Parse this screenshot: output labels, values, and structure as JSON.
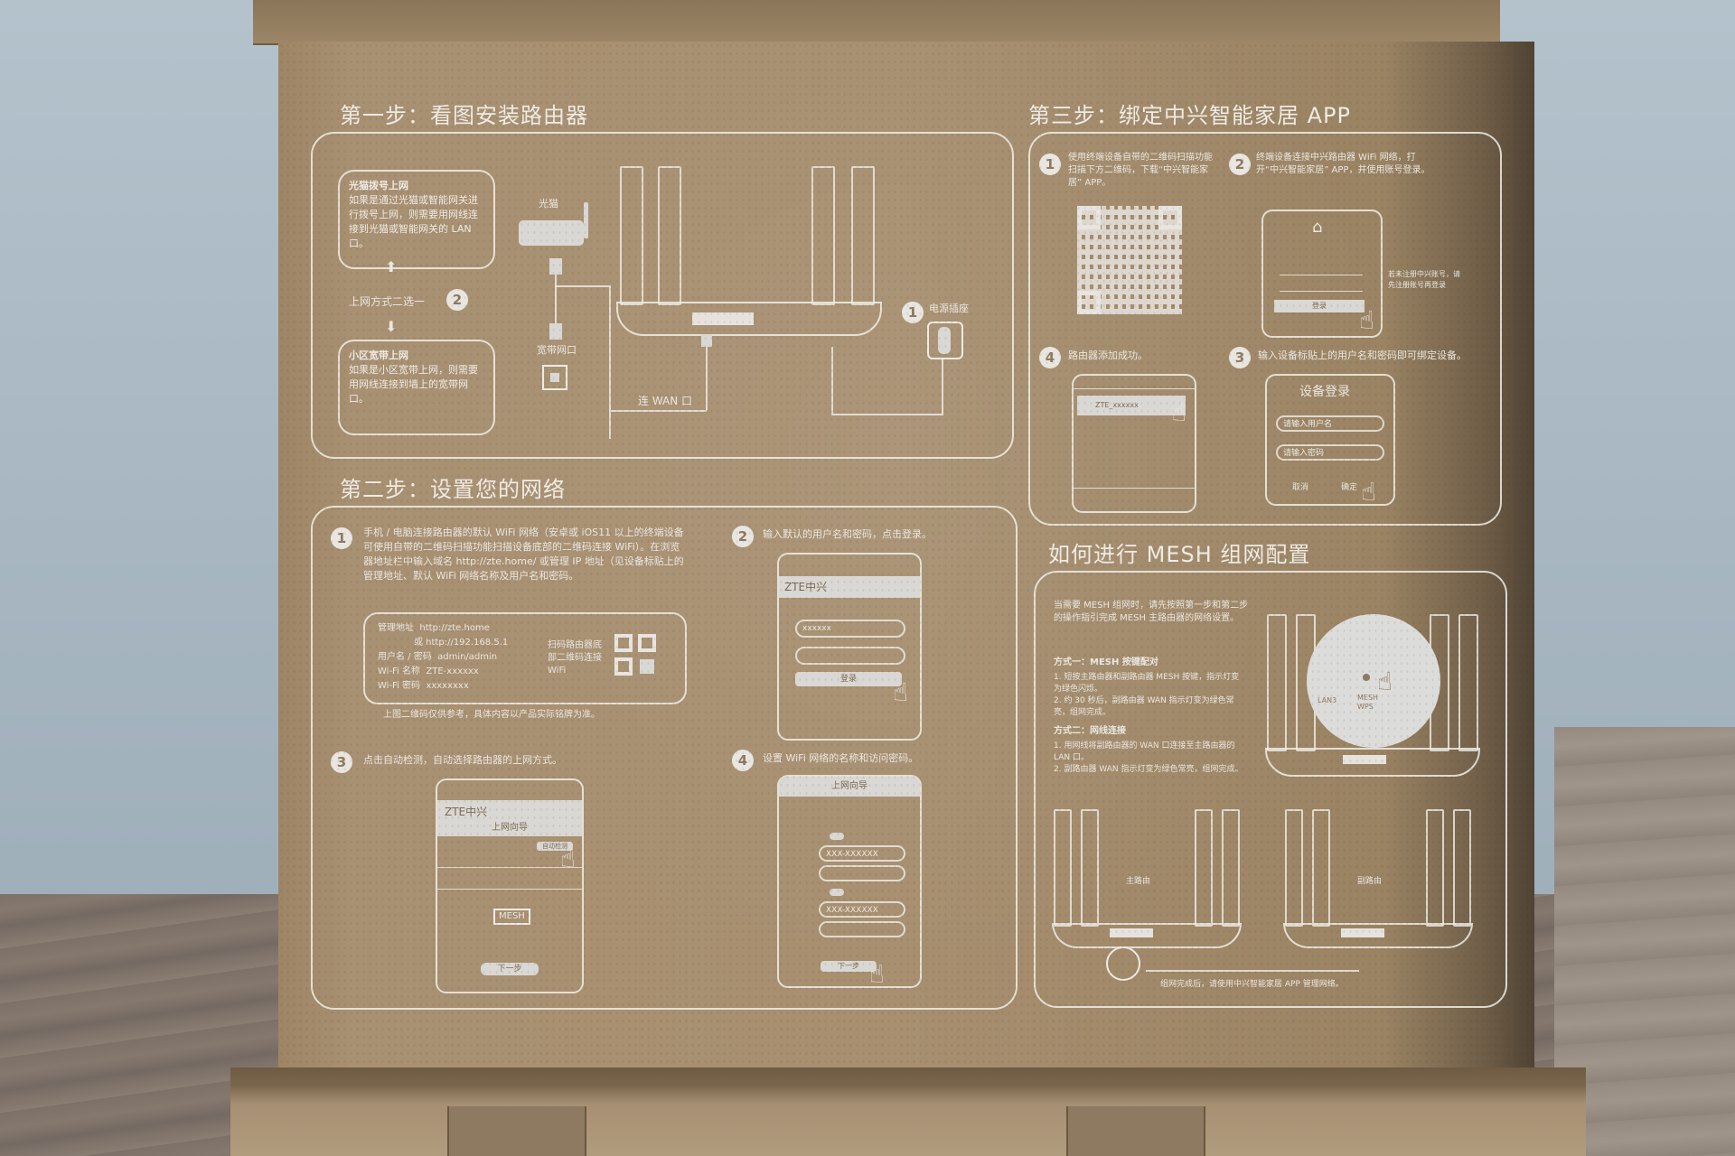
{
  "scene": {
    "description": "Opened ZTE router box lid showing printed setup instructions on kraft cardboard",
    "colors": {
      "wall": "#a9b8c3",
      "cardboard": "#a78f70",
      "print": "#efece6",
      "table": "#7c7068"
    }
  },
  "step1": {
    "title": "第一步：看图安装路由器",
    "bubble_fiber": {
      "heading": "光猫拨号上网",
      "body": "如果是通过光猫或智能网关进行拨号上网，则需要用网线连接到光猫或智能网关的 LAN 口。"
    },
    "choose_label": "上网方式二选一",
    "choose_num": "2",
    "bubble_broadband": {
      "heading": "小区宽带上网",
      "body": "如果是小区宽带上网，则需要用网线连接到墙上的宽带网口。"
    },
    "modem_label": "光猫",
    "wall_port_label": "宽带网口",
    "wan_label": "连 WAN 口",
    "power_num": "1",
    "power_label": "电源插座"
  },
  "step2": {
    "title": "第二步：设置您的网络",
    "item1": {
      "num": "1",
      "text": "手机 / 电脑连接路由器的默认 WiFi 网络（安卓或 iOS11 以上的终端设备可使用自带的二维码扫描功能扫描设备底部的二维码连接 WiFi）。在浏览器地址栏中输入域名 http://zte.home/ 或管理 IP 地址（见设备标贴上的管理地址、默认 WiFi 网络名称及用户名和密码。"
    },
    "label_card": {
      "rows": [
        {
          "k": "管理地址",
          "v": "http://zte.home"
        },
        {
          "k": "",
          "v": "或 http://192.168.5.1"
        },
        {
          "k": "用户名 / 密码",
          "v": "admin/admin"
        },
        {
          "k": "Wi-Fi 名称",
          "v": "ZTE-xxxxxx"
        },
        {
          "k": "Wi-Fi 密码",
          "v": "xxxxxxxx"
        }
      ],
      "qr_hint": "扫码路由器底部二维码连接 WiFi"
    },
    "note": "上图二维码仅供参考，具体内容以产品实际铭牌为准。",
    "item2": {
      "num": "2",
      "text": "输入默认的用户名和密码，点击登录。",
      "brand": "ZTE中兴",
      "user_field": "xxxxxx",
      "login_button": "登录"
    },
    "item3": {
      "num": "3",
      "text": "点击自动检测，自动选择路由器的上网方式。",
      "brand": "ZTE中兴",
      "header": "上网向导",
      "detect_button": "自动检测",
      "next_button": "下一步",
      "mesh_label": "MESH"
    },
    "item4": {
      "num": "4",
      "text": "设置 WiFi 网络的名称和访问密码。",
      "header": "上网向导",
      "ssid_field": "XXX-XXXXXX",
      "ssid5_field": "XXX-XXXXXX",
      "next_button": "下一步"
    }
  },
  "step3": {
    "title": "第三步：绑定中兴智能家居 APP",
    "item1": {
      "num": "1",
      "text": "使用终端设备自带的二维码扫描功能扫描下方二维码，下载“中兴智能家居” APP。"
    },
    "item2": {
      "num": "2",
      "text": "终端设备连接中兴路由器 WiFi 网络，打开“中兴智能家居” APP，并使用账号登录。",
      "login_button": "登录",
      "side_note": "若未注册中兴账号，请先注册账号再登录"
    },
    "item3": {
      "num": "3",
      "text": "输入设备标贴上的用户名和密码即可绑定设备。",
      "dialog_title": "设备登录",
      "user_placeholder": "请输入用户名",
      "pass_placeholder": "请输入密码",
      "cancel": "取消",
      "confirm": "确定"
    },
    "item4": {
      "num": "4",
      "text": "路由器添加成功。",
      "list_item": "ZTE_xxxxxx"
    }
  },
  "mesh": {
    "title": "如何进行 MESH 组网配置",
    "intro": "当需要 MESH 组网时，请先按照第一步和第二步的操作指引完成 MESH 主路由器的网络设置。",
    "method1": {
      "title": "方式一：MESH 按键配对",
      "steps": [
        "1. 短按主路由器和副路由器 MESH 按键，指示灯变为绿色闪烁。",
        "2. 约 30 秒后，副路由器 WAN 指示灯变为绿色常亮，组网完成。"
      ]
    },
    "method2": {
      "title": "方式二：网线连接",
      "steps": [
        "1. 用网线将副路由器的 WAN 口连接至主路由器的 LAN 口。",
        "2. 副路由器 WAN 指示灯变为绿色常亮，组网完成。"
      ]
    },
    "button_labels": {
      "lan": "LAN3",
      "mesh": "MESH WPS"
    },
    "main_router": "主路由",
    "sub_router": "副路由",
    "footnote": "组网完成后，请使用中兴智能家居 APP 管理网络。"
  }
}
